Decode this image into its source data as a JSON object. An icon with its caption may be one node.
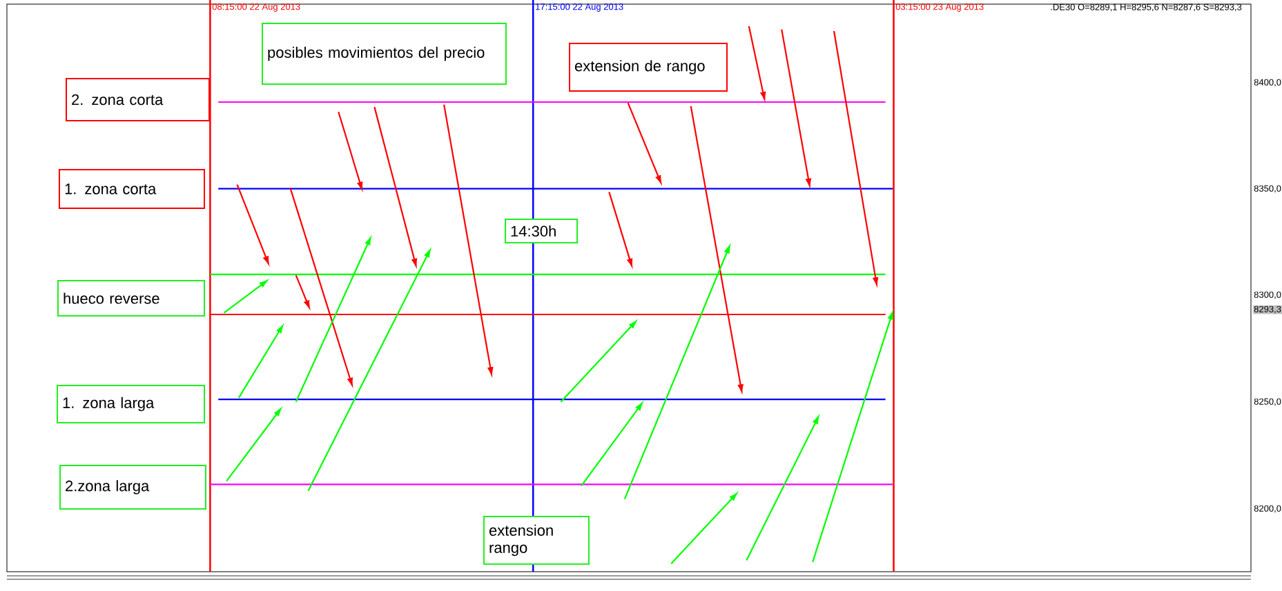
{
  "diagram": {
    "nodes": [
      {
        "text": [
          "posibles movimientos del precio"
        ]
      },
      {
        "text": [
          "extension de rango"
        ]
      },
      {
        "text": [
          "2. zona corta"
        ]
      },
      {
        "text": [
          "1. zona corta"
        ]
      },
      {
        "text": [
          "14:30h"
        ]
      },
      {
        "text": [
          "hueco reverse"
        ]
      },
      {
        "text": [
          "1. zona larga"
        ]
      },
      {
        "text": [
          "2.zona larga"
        ]
      },
      {
        "text": [
          "extension rango"
        ]
      }
    ],
    "labels": [
      "08:15:00 22 Aug 2013",
      "17:15:00 22 Aug 2013",
      "03:15:00 23 Aug 2013",
      ".DE30 O=8289,1 H=8295,6 N=8287,6 S=8293,3",
      "8400,0",
      "8350,0",
      "8300,0",
      "8293,3",
      "8250,0",
      "8200,0"
    ]
  }
}
